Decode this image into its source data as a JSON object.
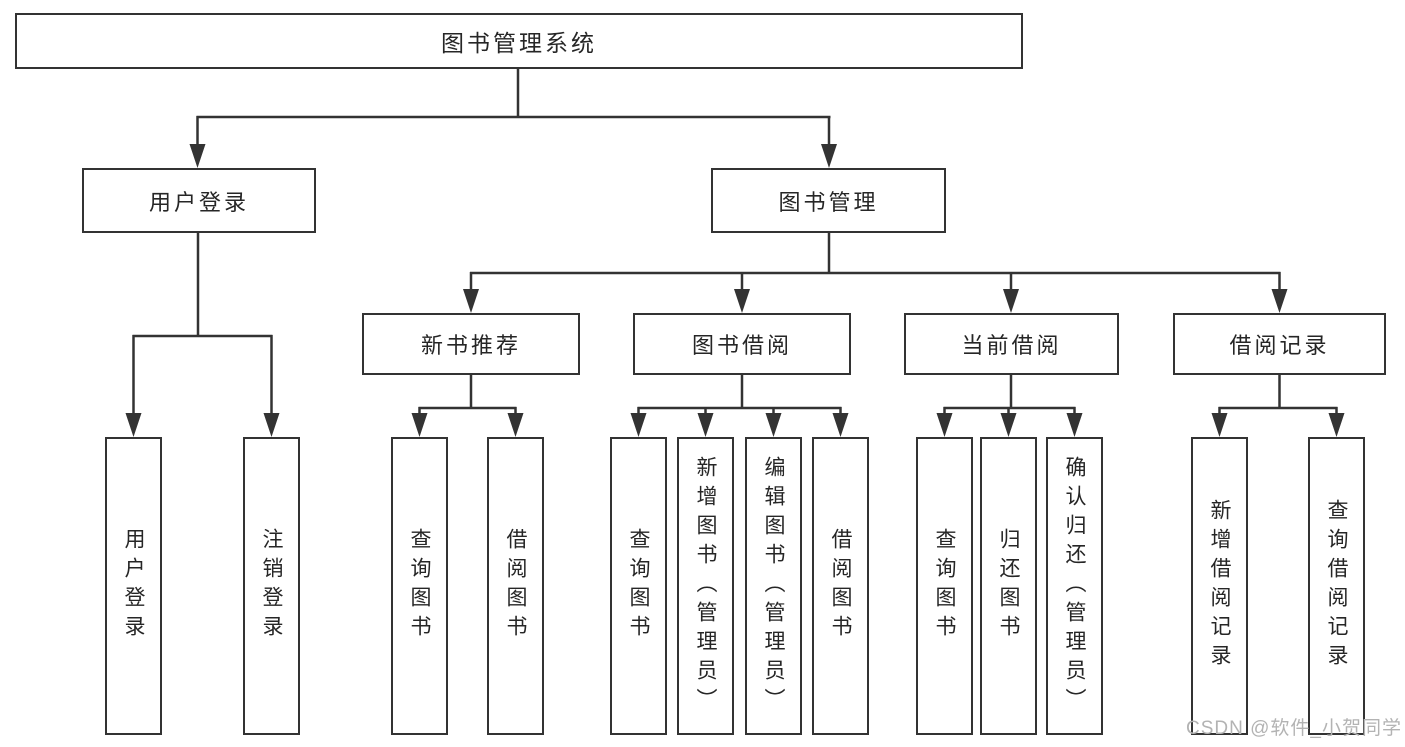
{
  "colors": {
    "line": "#333333",
    "text": "#262626",
    "watermark": "#b3b3b3",
    "bg": "#ffffff"
  },
  "watermark": {
    "text": "CSDN @软件_小贺同学"
  },
  "tree": {
    "root": {
      "label": "图书管理系统"
    },
    "branches": [
      {
        "label": "用户登录",
        "leaves": [
          {
            "label": "用户登录"
          },
          {
            "label": "注销登录"
          }
        ]
      },
      {
        "label": "图书管理",
        "groups": [
          {
            "label": "新书推荐",
            "leaves": [
              {
                "label": "查询图书"
              },
              {
                "label": "借阅图书"
              }
            ]
          },
          {
            "label": "图书借阅",
            "leaves": [
              {
                "label": "查询图书"
              },
              {
                "label": "新增图书（管理员）"
              },
              {
                "label": "编辑图书（管理员）"
              },
              {
                "label": "借阅图书"
              }
            ]
          },
          {
            "label": "当前借阅",
            "leaves": [
              {
                "label": "查询图书"
              },
              {
                "label": "归还图书"
              },
              {
                "label": "确认归还（管理员）"
              }
            ]
          },
          {
            "label": "借阅记录",
            "leaves": [
              {
                "label": "新增借阅记录"
              },
              {
                "label": "查询借阅记录"
              }
            ]
          }
        ]
      }
    ]
  }
}
